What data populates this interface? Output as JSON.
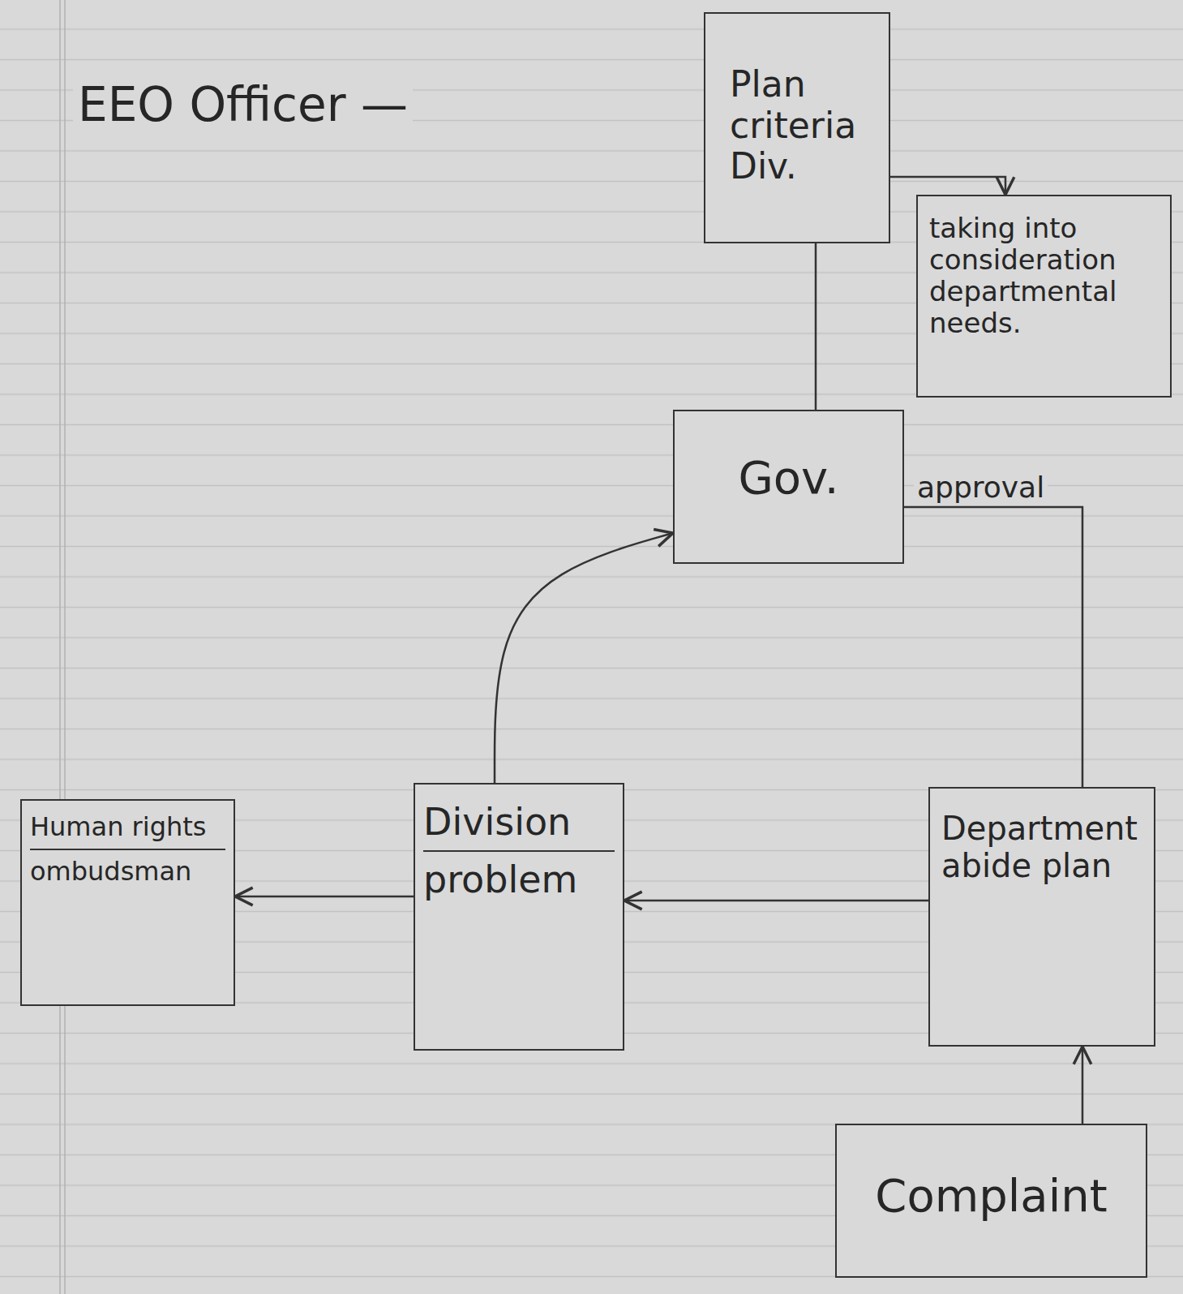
{
  "diagram": {
    "title": "EEO Officer —",
    "nodes": [
      {
        "text": [
          "Plan criteria Div."
        ]
      },
      {
        "text": [
          "taking into consideration departmental needs."
        ]
      },
      {
        "text": [
          "Gov."
        ]
      },
      {
        "text": [
          "Human rights",
          "ombudsman"
        ]
      },
      {
        "text": [
          "Division",
          "problem"
        ]
      },
      {
        "text": [
          "Department abide plan"
        ]
      },
      {
        "text": [
          "Complaint"
        ]
      }
    ],
    "edges": [
      {
        "from": 0,
        "to": 1,
        "arrow": "to"
      },
      {
        "from": 0,
        "to": 2,
        "arrow": "none"
      },
      {
        "from": 4,
        "to": 2,
        "arrow": "to"
      },
      {
        "from": 2,
        "to": 5,
        "label": "approval",
        "arrow": "none"
      },
      {
        "from": 5,
        "to": 4,
        "arrow": "to"
      },
      {
        "from": 4,
        "to": 3,
        "arrow": "to"
      },
      {
        "from": 6,
        "to": 5,
        "arrow": "to"
      }
    ]
  }
}
